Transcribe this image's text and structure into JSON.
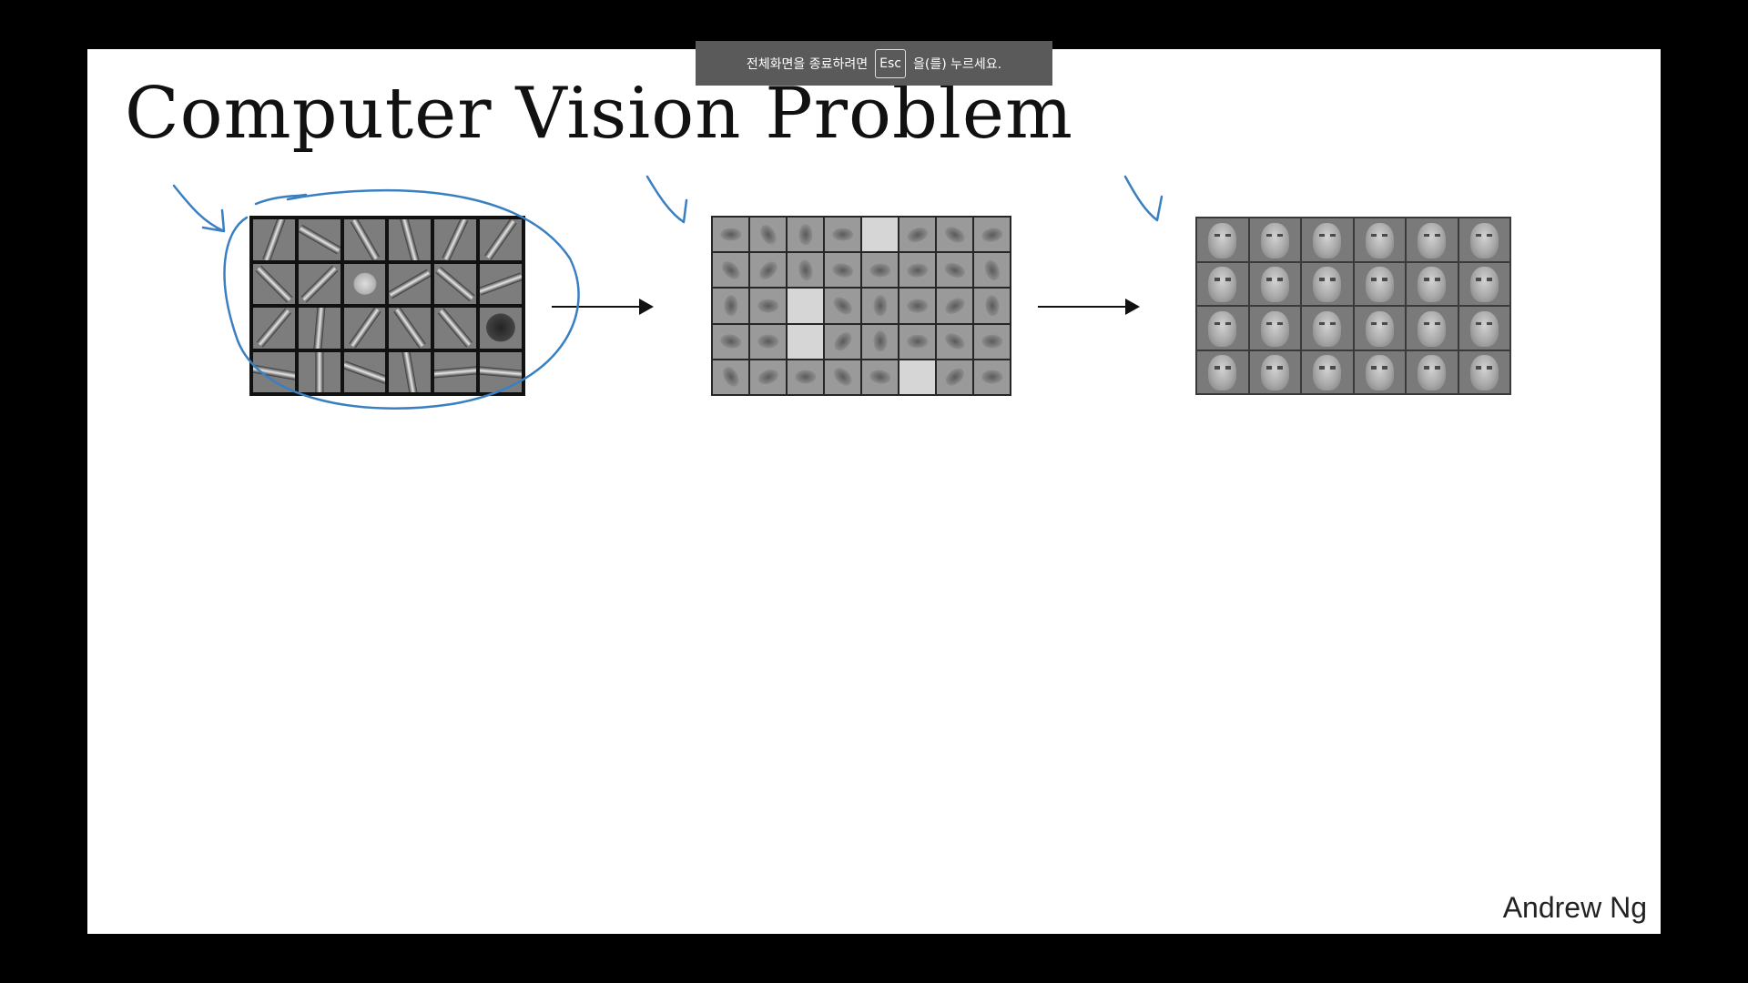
{
  "slide": {
    "title": "Computer Vision Problem",
    "author": "Andrew Ng"
  },
  "toast": {
    "message_before": "전체화면을 종료하려면",
    "key": "Esc",
    "message_after": "을(를) 누르세요."
  },
  "colors": {
    "background": "#000000",
    "slide_background": "#ffffff",
    "annotation_ink": "#3a7fc1",
    "toast_background": "#5a5a5a"
  },
  "icons": [
    "pen-check-mark-icon",
    "arrow-right-icon"
  ]
}
